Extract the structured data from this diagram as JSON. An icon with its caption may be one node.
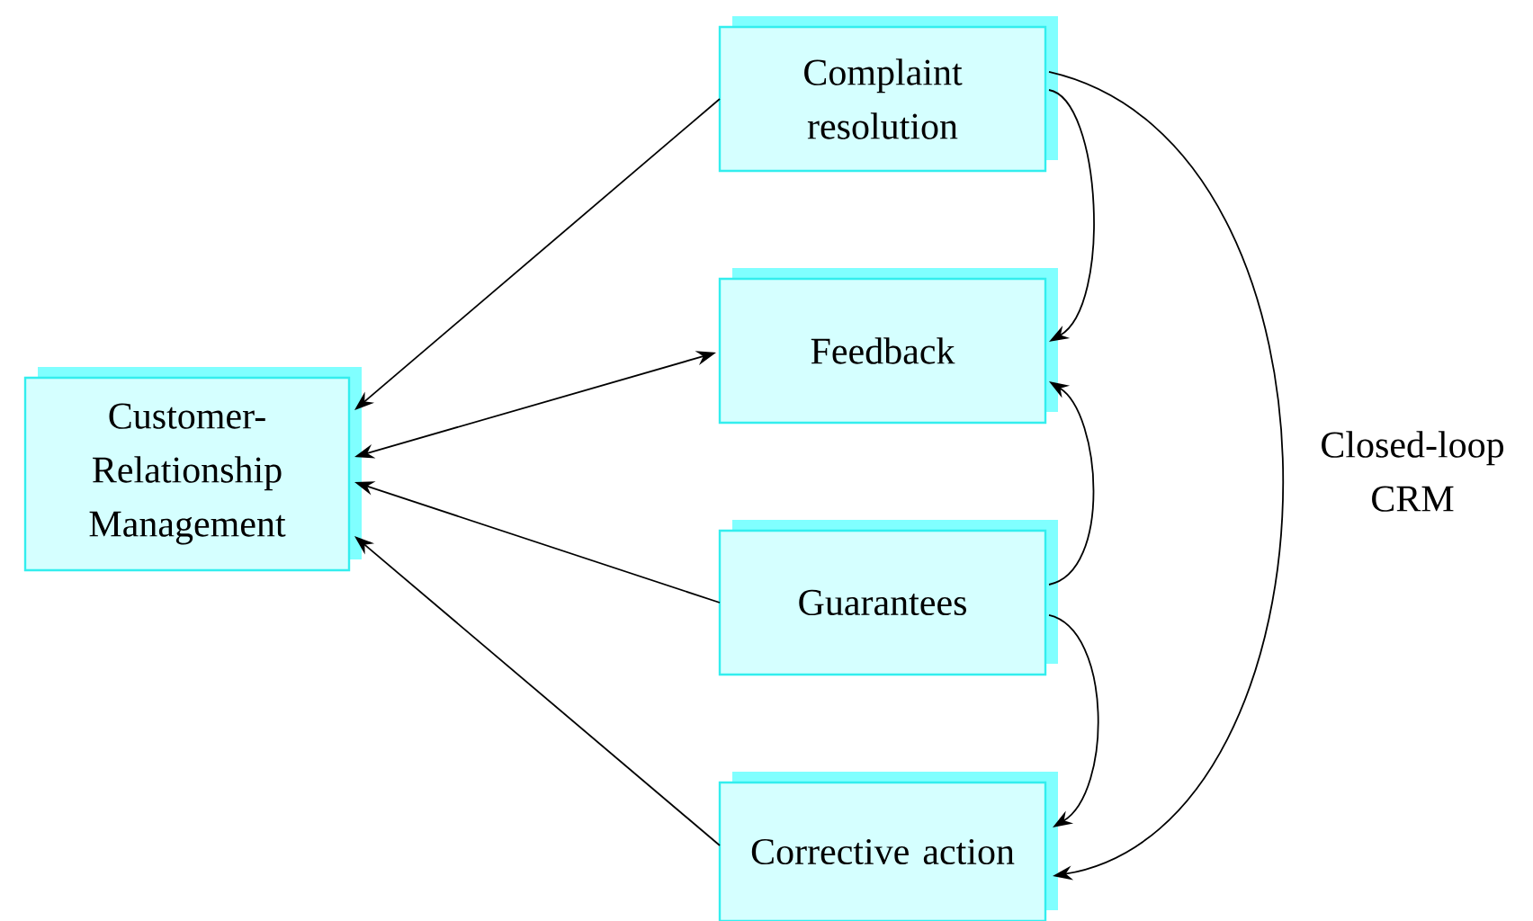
{
  "diagram": {
    "nodes": [
      {
        "text": [
          "Customer-Relationship Management"
        ]
      },
      {
        "text": [
          "Complaint resolution"
        ]
      },
      {
        "text": [
          "Feedback"
        ]
      },
      {
        "text": [
          "Guarantees"
        ]
      },
      {
        "text": [
          "Corrective action"
        ]
      }
    ],
    "edges": [
      {
        "from": 1,
        "to": 0,
        "arrow": "to"
      },
      {
        "from": 0,
        "to": 2,
        "arrow": "both"
      },
      {
        "from": 3,
        "to": 0,
        "arrow": "to"
      },
      {
        "from": 4,
        "to": 0,
        "arrow": "to"
      },
      {
        "from": 1,
        "to": 2,
        "arrow": "to"
      },
      {
        "from": 3,
        "to": 2,
        "arrow": "to"
      },
      {
        "from": 3,
        "to": 4,
        "arrow": "to"
      },
      {
        "from": 1,
        "to": 4,
        "arrow": "to",
        "label": "Closed-loop CRM"
      }
    ]
  }
}
